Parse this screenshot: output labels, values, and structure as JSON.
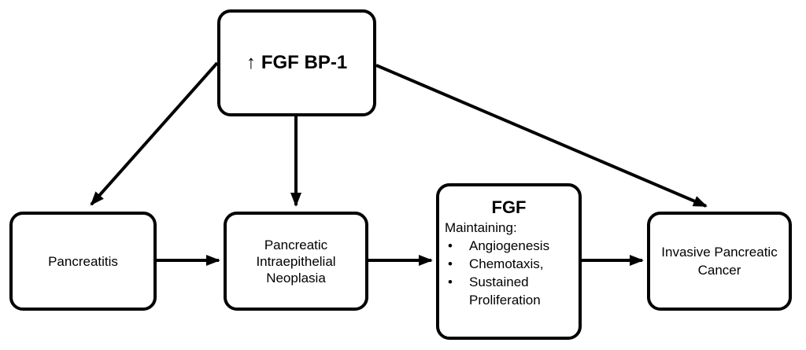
{
  "diagram": {
    "title_meaning": "FGF BP-1 role in pancreatic cancer progression",
    "colors": {
      "background": "#ffffff",
      "line": "#000000",
      "text": "#000000"
    },
    "nodes": {
      "fgf_bp1": {
        "arrow_glyph": "↑",
        "label": "FGF BP-1"
      },
      "pancreatitis": {
        "label": "Pancreatitis"
      },
      "panin": {
        "lines": [
          "Pancreatic",
          "Intraepithelial",
          "Neoplasia"
        ]
      },
      "fgf": {
        "title": "FGF",
        "subtitle": "Maintaining:",
        "bullet_char": "•",
        "bullets": [
          "Angiogenesis",
          "Chemotaxis,",
          "Sustained Proliferation"
        ]
      },
      "invasive": {
        "lines": [
          "Invasive Pancreatic",
          "Cancer"
        ]
      }
    },
    "edges": [
      {
        "from": "fgf_bp1",
        "to": "pancreatitis"
      },
      {
        "from": "fgf_bp1",
        "to": "panin"
      },
      {
        "from": "fgf_bp1",
        "to": "invasive"
      },
      {
        "from": "pancreatitis",
        "to": "panin"
      },
      {
        "from": "panin",
        "to": "fgf"
      },
      {
        "from": "fgf",
        "to": "invasive"
      }
    ]
  }
}
